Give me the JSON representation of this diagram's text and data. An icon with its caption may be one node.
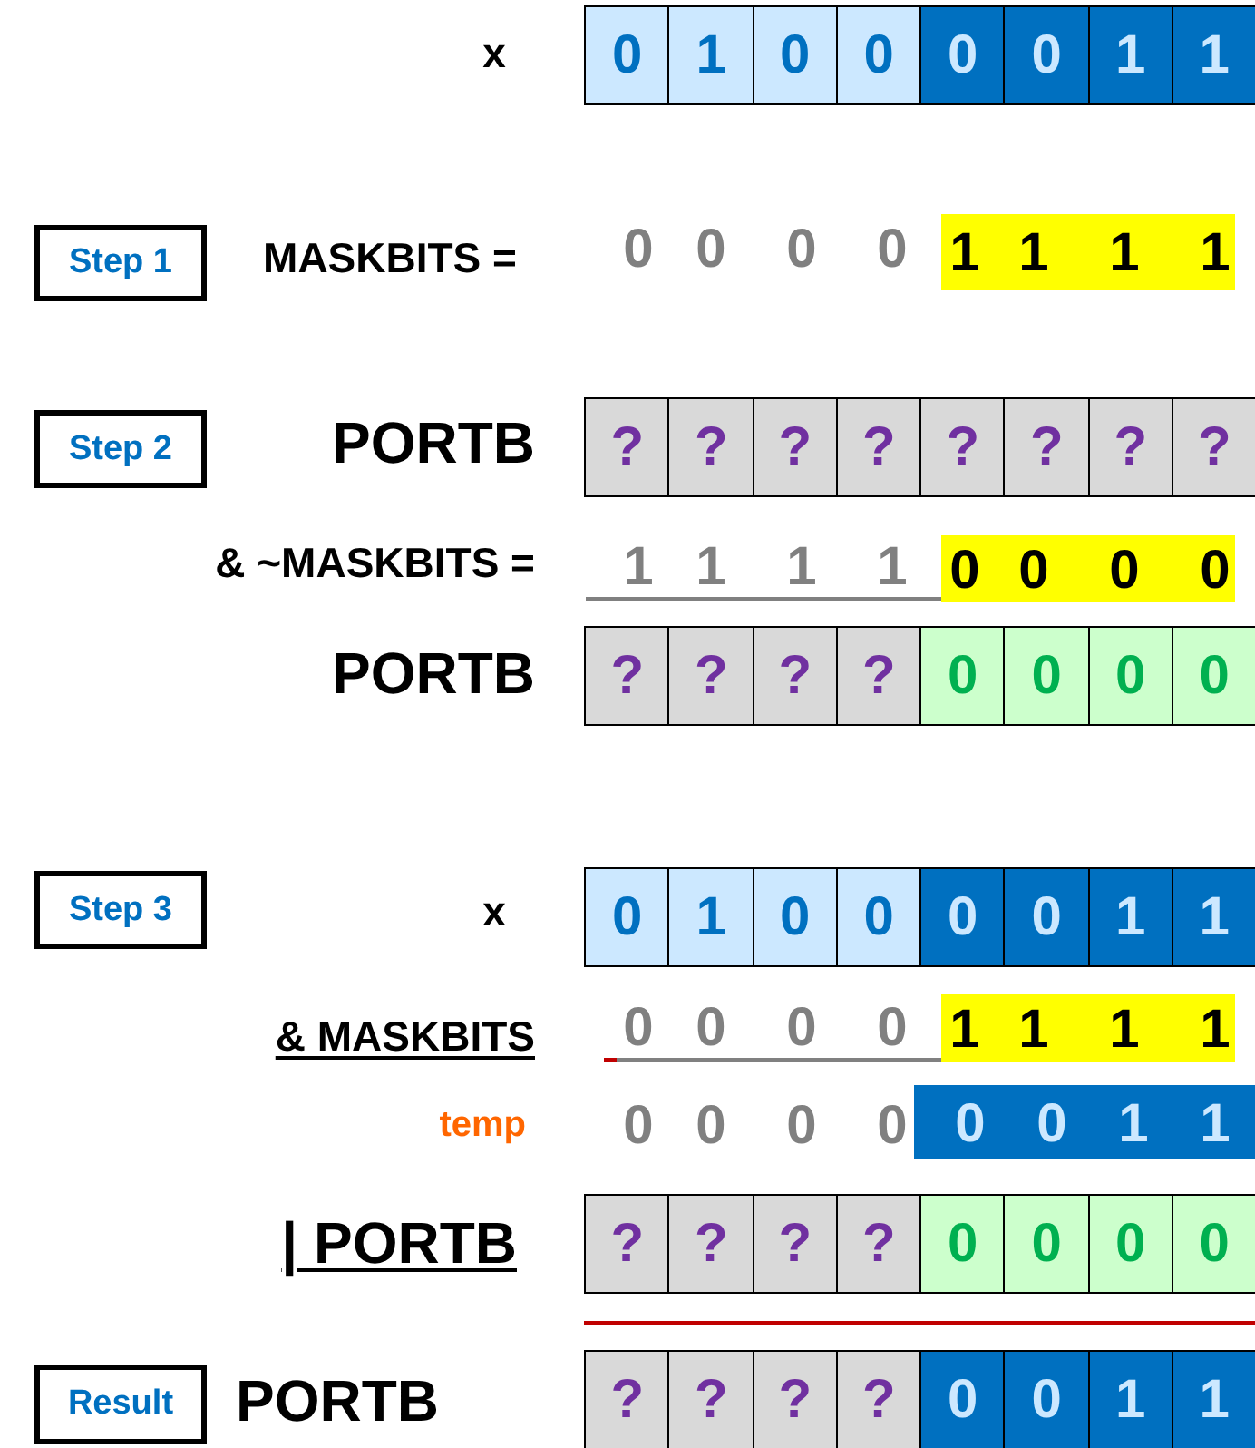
{
  "diagram": {
    "nodes": [
      {
        "text": [
          "0"
        ]
      },
      {
        "text": [
          "1"
        ]
      },
      {
        "text": [
          "0"
        ]
      },
      {
        "text": [
          "0"
        ]
      },
      {
        "text": [
          "0"
        ]
      },
      {
        "text": [
          "0"
        ]
      },
      {
        "text": [
          "1"
        ]
      },
      {
        "text": [
          "1"
        ]
      },
      {
        "text": [
          "Step 1"
        ]
      },
      {
        "text": [
          "1",
          "1",
          "1",
          "1"
        ]
      },
      {
        "text": [
          "Step 2"
        ]
      },
      {
        "text": [
          "?"
        ]
      },
      {
        "text": [
          "?"
        ]
      },
      {
        "text": [
          "?"
        ]
      },
      {
        "text": [
          "?"
        ]
      },
      {
        "text": [
          "?"
        ]
      },
      {
        "text": [
          "?"
        ]
      },
      {
        "text": [
          "?"
        ]
      },
      {
        "text": [
          "?"
        ]
      },
      {
        "text": [
          "0",
          "0",
          "0",
          "0"
        ]
      },
      {
        "text": [
          "?"
        ]
      },
      {
        "text": [
          "?"
        ]
      },
      {
        "text": [
          "?"
        ]
      },
      {
        "text": [
          "?"
        ]
      },
      {
        "text": [
          "0"
        ]
      },
      {
        "text": [
          "0"
        ]
      },
      {
        "text": [
          "0"
        ]
      },
      {
        "text": [
          "0"
        ]
      },
      {
        "text": [
          "Step 3"
        ]
      },
      {
        "text": [
          "0"
        ]
      },
      {
        "text": [
          "1"
        ]
      },
      {
        "text": [
          "0"
        ]
      },
      {
        "text": [
          "0"
        ]
      },
      {
        "text": [
          "0"
        ]
      },
      {
        "text": [
          "0"
        ]
      },
      {
        "text": [
          "1"
        ]
      },
      {
        "text": [
          "1"
        ]
      },
      {
        "text": [
          "1",
          "1",
          "1",
          "1"
        ]
      },
      {
        "text": [
          "0",
          "0",
          "1",
          "1"
        ]
      },
      {
        "text": [
          "?"
        ]
      },
      {
        "text": [
          "?"
        ]
      },
      {
        "text": [
          "?"
        ]
      },
      {
        "text": [
          "?"
        ]
      },
      {
        "text": [
          "0"
        ]
      },
      {
        "text": [
          "0"
        ]
      },
      {
        "text": [
          "0"
        ]
      },
      {
        "text": [
          "0"
        ]
      },
      {
        "text": [
          "Result"
        ]
      },
      {
        "text": [
          "?"
        ]
      },
      {
        "text": [
          "?"
        ]
      },
      {
        "text": [
          "?"
        ]
      },
      {
        "text": [
          "?"
        ]
      },
      {
        "text": [
          "0"
        ]
      },
      {
        "text": [
          "0"
        ]
      },
      {
        "text": [
          "1"
        ]
      },
      {
        "text": [
          "1"
        ]
      }
    ],
    "edges": [],
    "labels": [
      "x",
      "MASKBITS =",
      "0",
      "0",
      "0",
      "0",
      "PORTB",
      "& ~MASKBITS =",
      "1",
      "1",
      "1",
      "1",
      "PORTB",
      "x",
      "& MASKBITS",
      "0",
      "0",
      "0",
      "0",
      "temp",
      "0",
      "0",
      "0",
      "0",
      "| PORTB",
      "PORTB"
    ]
  }
}
